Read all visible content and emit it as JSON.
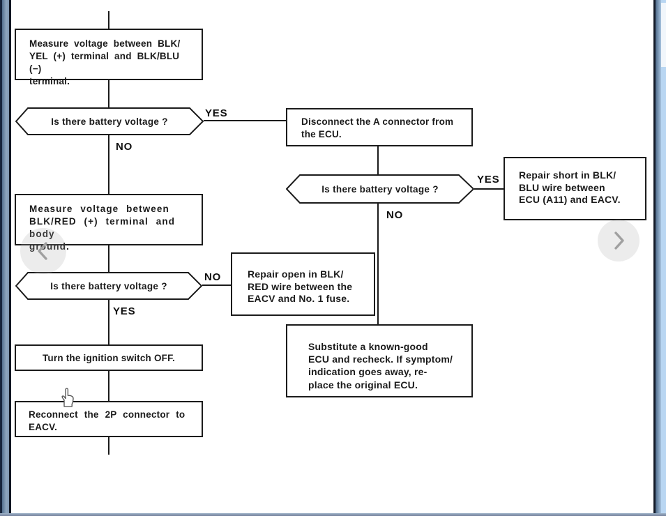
{
  "viewer": {
    "type_note": "scanned troubleshooting flowchart shown in an image carousel",
    "icons": {
      "prev": "chevron-left-icon",
      "next": "chevron-right-icon",
      "cursor": "hand-pointer-icon"
    }
  },
  "colors": {
    "frame_dark_navy": "#17253c",
    "frame_slate": "#7690ad",
    "scroll_track_blue": "#b9d6f2",
    "scan_rule": "#10161f",
    "ink": "#1b1b1b",
    "nav_chevron_gray": "#a0a0a0"
  },
  "flowchart": {
    "measure_blkyel": "Measure voltage between BLK/\nYEL (+) terminal and BLK/BLU (−)\nterminal.",
    "decision_top": {
      "q": "Is there battery voltage ?",
      "yes": "YES",
      "no": "NO"
    },
    "disconnect": "Disconnect the A connector from\nthe ECU.",
    "decision_mid": {
      "q": "Is there battery voltage ?",
      "yes": "YES",
      "no": "NO"
    },
    "repair_short": "Repair short in BLK/\nBLU wire between\nECU (A11) and EACV.",
    "measure_blkred": "Measure voltage between\nBLK/RED (+) terminal and body\nground.",
    "decision_left": {
      "q": "Is there battery voltage ?",
      "no": "NO",
      "yes": "YES"
    },
    "repair_open": "Repair open in BLK/\nRED wire between the\nEACV and No. 1 fuse.",
    "substitute": "Substitute a known-good\nECU and recheck. If symptom/\nindication goes away, re-\nplace the original ECU.",
    "ignition_off": "Turn the ignition switch OFF.",
    "reconnect": "Reconnect the 2P connector to\nEACV."
  }
}
